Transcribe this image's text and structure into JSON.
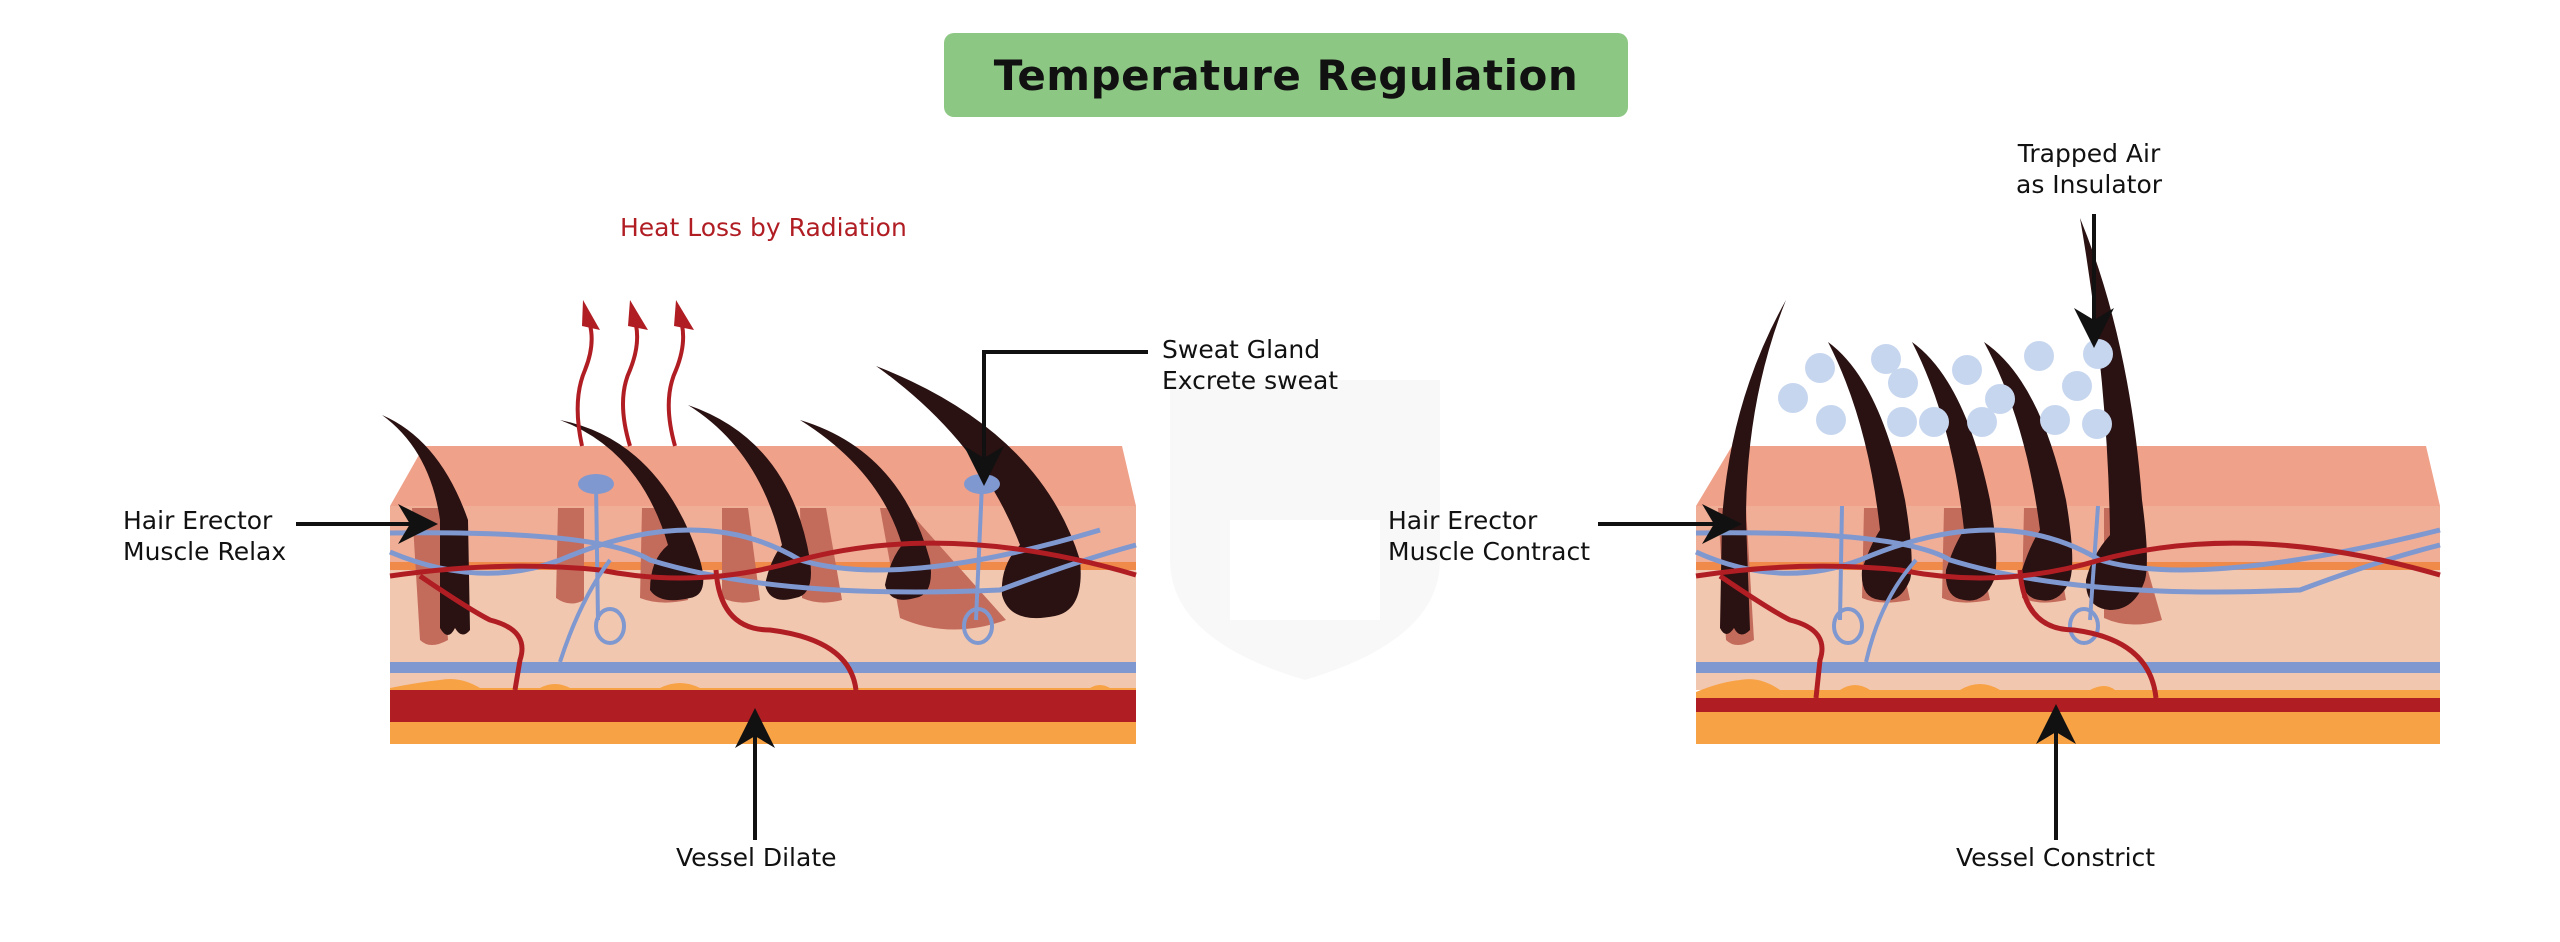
{
  "title": "Temperature Regulation",
  "colors": {
    "title_bg": "#8dc784",
    "epidermis_top": "#efa18a",
    "epidermis": "#f0ae97",
    "dermis": "#f2c7af",
    "hair": "#2a1112",
    "follicle": "#c46c5c",
    "vein": "#7f98d0",
    "artery": "#b01e24",
    "fat": "#f8a246",
    "air_bubble": "#c7d6ef",
    "heat_arrow": "#b01e24",
    "label_red": "#b01e24"
  },
  "left_panel": {
    "state": "hot",
    "heat_label": "Heat Loss by Radiation",
    "sweat_label": [
      "Sweat Gland",
      "Excrete sweat"
    ],
    "muscle_label": [
      "Hair Erector",
      "Muscle Relax"
    ],
    "vessel_label": "Vessel Dilate"
  },
  "right_panel": {
    "state": "cold",
    "air_label": [
      "Trapped Air",
      "as Insulator"
    ],
    "muscle_label": [
      "Hair Erector",
      "Muscle Contract"
    ],
    "vessel_label": "Vessel Constrict"
  },
  "icons": {
    "heat_arrows": "wavy-up-arrow",
    "air_bubbles": "circle",
    "pointer": "arrow"
  }
}
